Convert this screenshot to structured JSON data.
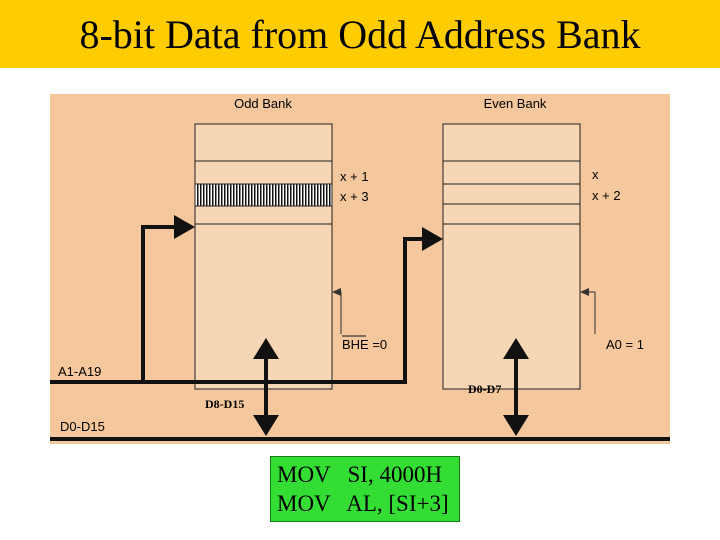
{
  "title": "8-bit Data from Odd Address Bank",
  "diagram": {
    "odd_bank_label": "Odd Bank",
    "even_bank_label": "Even Bank",
    "odd_addr_1": "x + 1",
    "odd_addr_2": "x + 3",
    "even_addr_1": "x",
    "even_addr_2": "x + 2",
    "bhe_label": "BHE =0",
    "a0_label": "A0 = 1",
    "addr_bus_label": "A1-A19",
    "data_bus_label": "D0-D15",
    "odd_data_label": "D8-D15",
    "even_data_label": "D0-D7",
    "colors": {
      "background": "#f5c79d",
      "bank_fill": "#f6d6b4",
      "bus": "#111111"
    }
  },
  "code": {
    "line1": "MOV   SI, 4000H",
    "line2": "MOV   AL, [SI+3]"
  }
}
